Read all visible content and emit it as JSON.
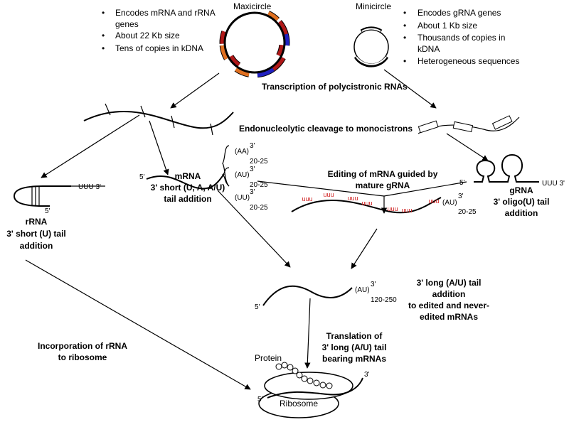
{
  "maxicircle": {
    "title": "Maxicircle",
    "bullets": [
      "Encodes mRNA and rRNA",
      "genes",
      "About 22 Kb size",
      "Tens of copies in kDNA"
    ],
    "segment_colors": [
      "#e07020",
      "#b01818",
      "#2020c0"
    ]
  },
  "minicircle": {
    "title": "Minicircle",
    "bullets": [
      "Encodes gRNA genes",
      "About 1 Kb size",
      "Thousands of copies in",
      "kDNA",
      "Heterogeneous sequences"
    ]
  },
  "steps": {
    "transcription": "Transcription of polycistronic RNAs",
    "cleavage": "Endonucleolytic cleavage to monocistrons",
    "editing_line1": "Editing of mRNA guided by",
    "editing_line2": "mature gRNA",
    "long_tail_line1": "3' long (A/U) tail",
    "long_tail_line2": "addition",
    "long_tail_line3": "to edited and never-",
    "long_tail_line4": "edited mRNAs",
    "translation_line1": "Translation of",
    "translation_line2": "3' long (A/U) tail",
    "translation_line3": "bearing mRNAs",
    "incorporation_line1": "Incorporation of rRNA",
    "incorporation_line2": "to ribosome"
  },
  "rrna": {
    "label": "rRNA",
    "desc_line1": "3' short (U) tail",
    "desc_line2": "addition",
    "five_prime": "5'",
    "tail": "UUU 3'"
  },
  "mrna": {
    "label": "mRNA",
    "desc_line1": "3' short (U, A, A/U)",
    "desc_line2": "tail addition",
    "five_prime": "5'",
    "tails": [
      {
        "base": "(AA)",
        "sup": "3'",
        "sub": "20-25"
      },
      {
        "base": "(AU)",
        "sup": "3'",
        "sub": "20-25"
      },
      {
        "base": "(UU)",
        "sup": "3'",
        "sub": "20-25"
      }
    ]
  },
  "grna": {
    "label": "gRNA",
    "desc_line1": "3' oligo(U) tail",
    "desc_line2": "addition",
    "five_prime": "5'",
    "tail": "UUU 3'"
  },
  "edited_mrna": {
    "tail_base": "(AU)",
    "tail_sup": "3'",
    "tail_sub": "20-25",
    "edit_marks": [
      "uuu",
      "uuu",
      "uuu",
      "uuu",
      "uuu",
      "uuu",
      "uuu"
    ],
    "edit_color": "#d02020"
  },
  "long_mrna": {
    "five_prime": "5'",
    "tail_base": "(AU)",
    "tail_sup": "3'",
    "tail_sub": "120-250"
  },
  "ribosome": {
    "label": "Ribosome",
    "protein_label": "Protein",
    "five_prime": "5'",
    "three_prime": "3'"
  }
}
